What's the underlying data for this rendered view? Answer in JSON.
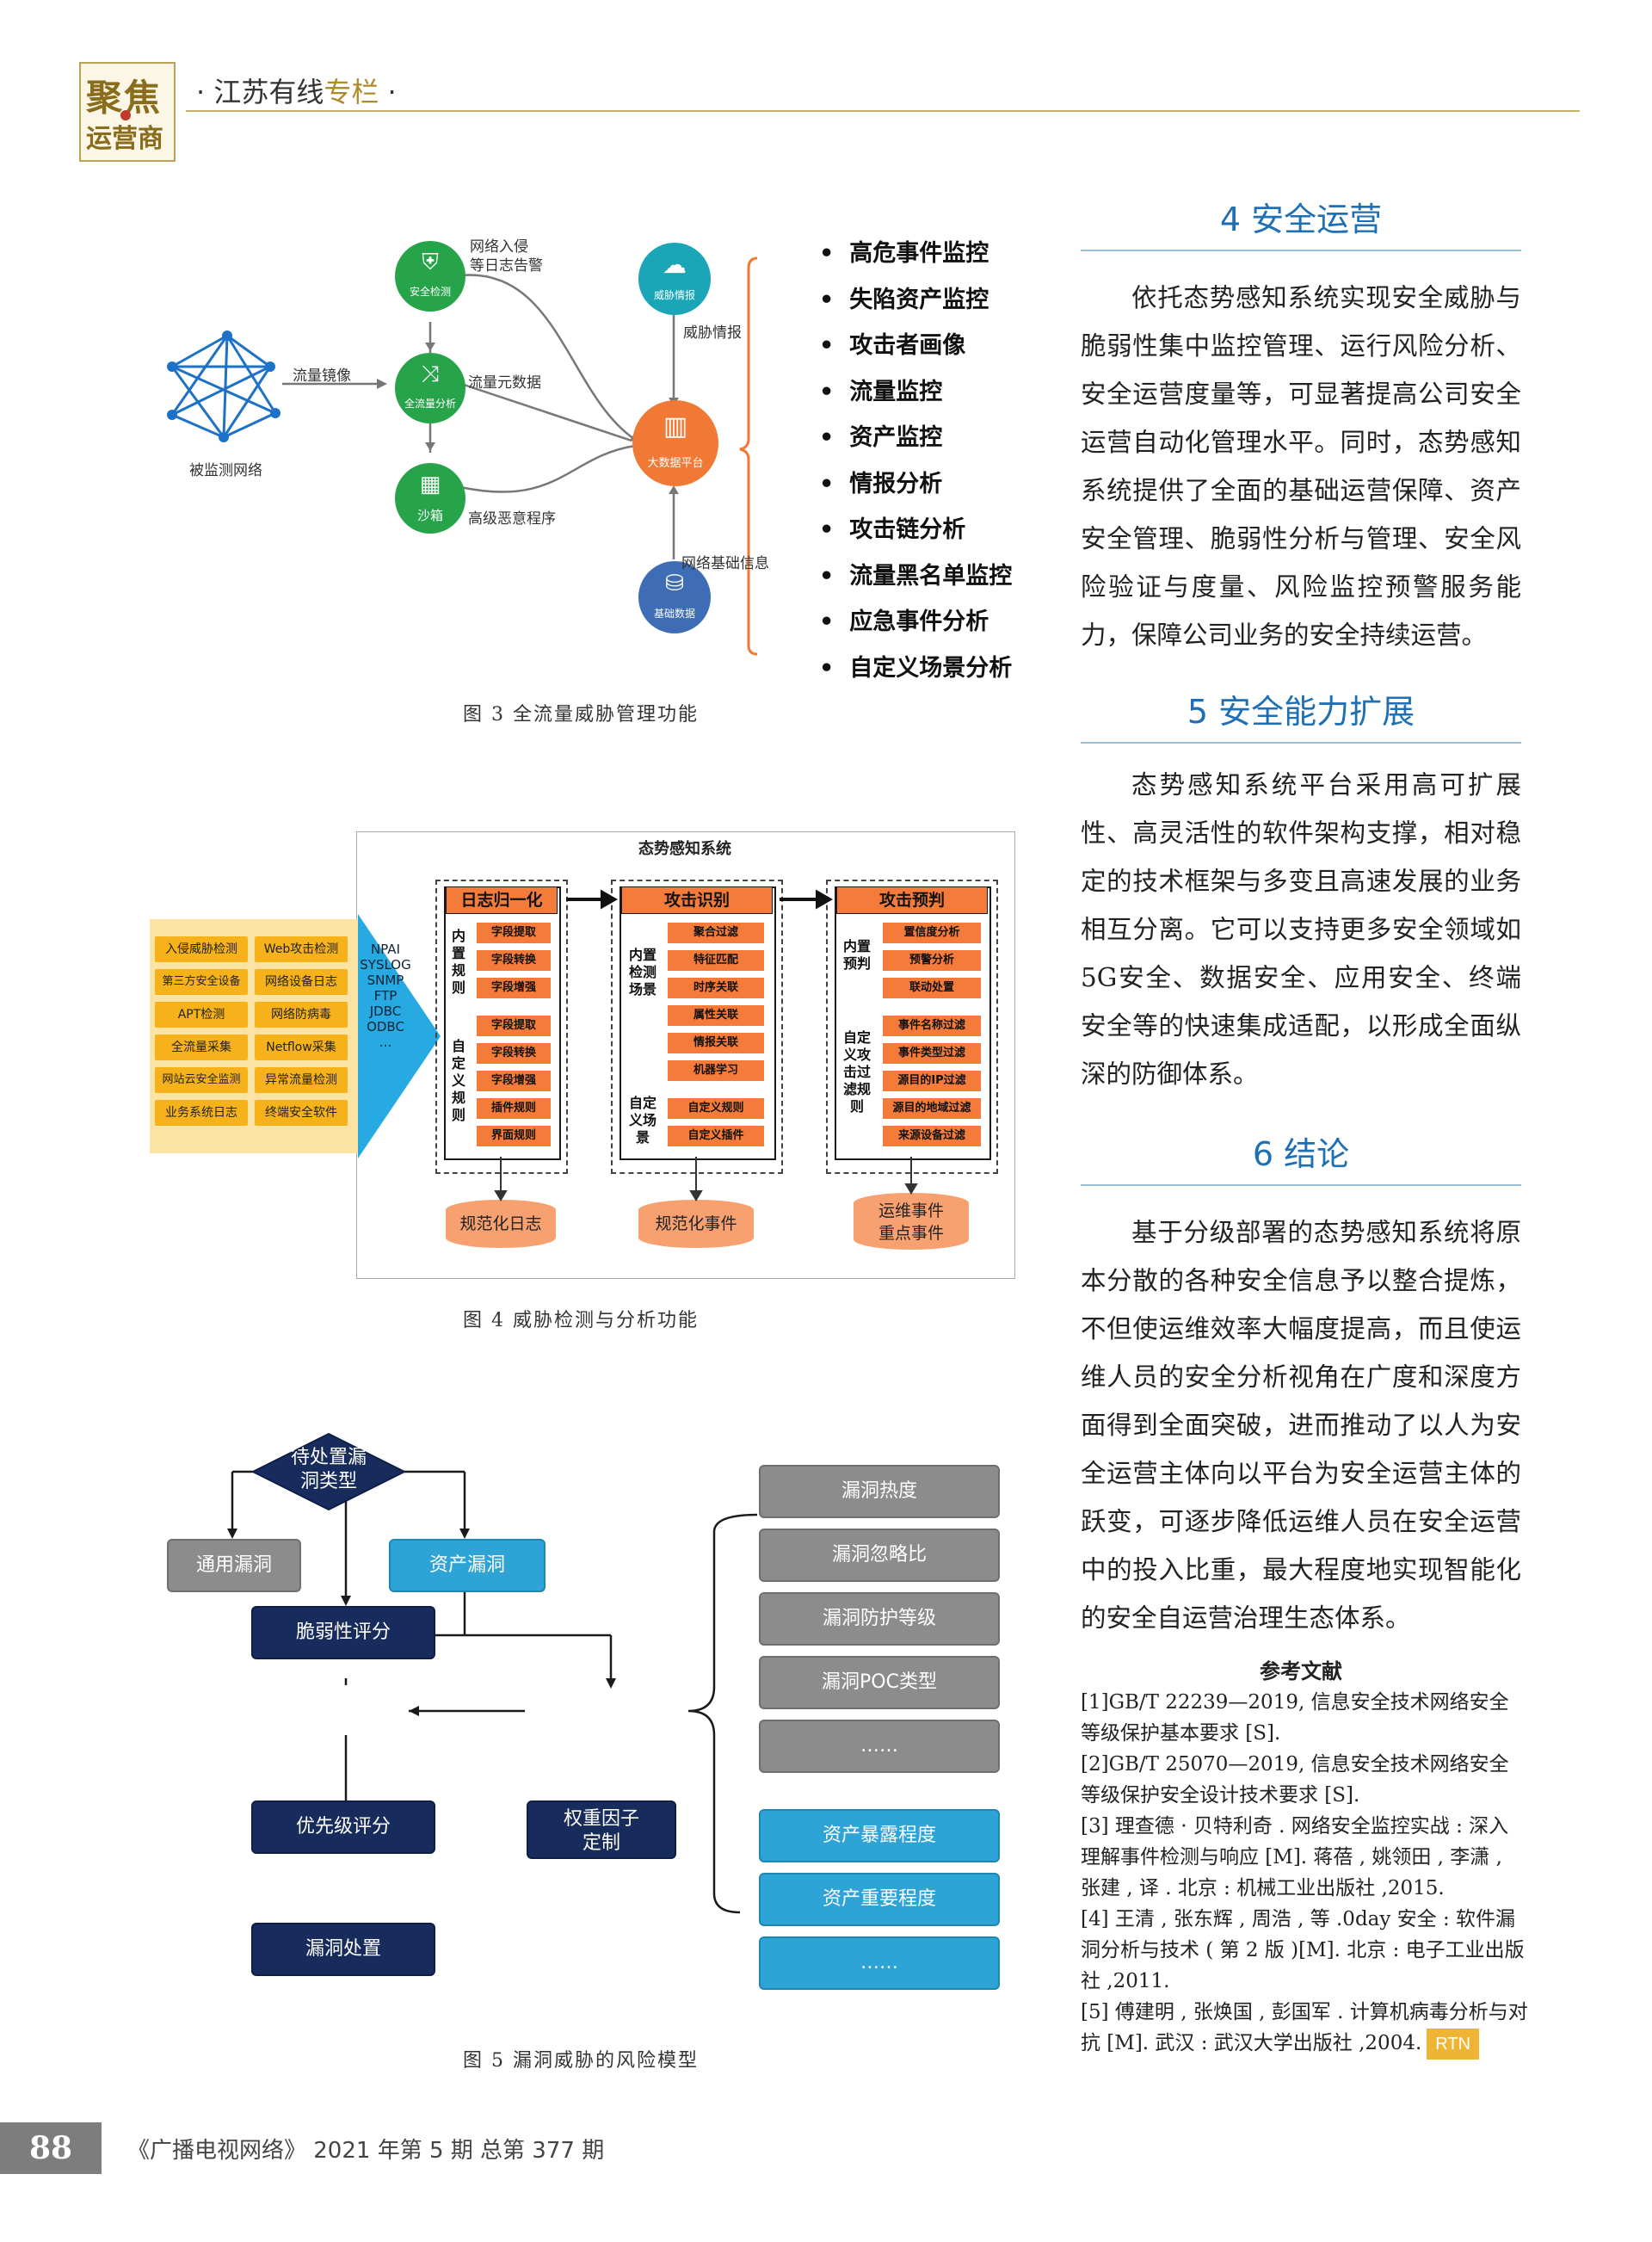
{
  "header": {
    "logo_line1": "聚焦",
    "logo_line2": "运营商",
    "column_prefix": "· 江苏有线",
    "column_highlight": "专栏",
    "column_suffix": " ·"
  },
  "figure3": {
    "caption": "图 3  全流量威胁管理功能",
    "nodes": {
      "security": "安全检测",
      "fullflow": "全流量分析",
      "sandbox": "沙箱",
      "monitored": "被监测网络",
      "threat_intel": "威胁情报",
      "bigdata": "大数据平台",
      "basedata": "基础数据"
    },
    "edge_labels": {
      "mirror": "流量镜像",
      "alert": "网络入侵\n等日志告警",
      "metadata": "流量元数据",
      "malware": "高级恶意程序",
      "intel": "威胁情报",
      "netinfo": "网络基础信息"
    },
    "functions": [
      "高危事件监控",
      "失陷资产监控",
      "攻击者画像",
      "流量监控",
      "资产监控",
      "情报分析",
      "攻击链分析",
      "流量黑名单监控",
      "应急事件分析",
      "自定义场景分析"
    ]
  },
  "figure4": {
    "caption": "图 4  威胁检测与分析功能",
    "title": "态势感知系统",
    "sources": [
      "入侵威胁检测",
      "Web攻击检测",
      "第三方安全设备",
      "网络设备日志",
      "APT检测",
      "网络防病毒",
      "全流量采集",
      "Netflow采集",
      "网站云安全监测",
      "异常流量检测",
      "业务系统日志",
      "终端安全软件"
    ],
    "protocols": "NPAI\nSYSLOG\nSNMP\nFTP\nJDBC\nODBC\n…",
    "col1": {
      "header": "日志归一化",
      "group1_label": "内置规则",
      "group1": [
        "字段提取",
        "字段转换",
        "字段增强"
      ],
      "group2_label": "自定义规则",
      "group2": [
        "字段提取",
        "字段转换",
        "字段增强",
        "插件规则",
        "界面规则"
      ],
      "output": "规范化日志"
    },
    "col2": {
      "header": "攻击识别",
      "group1_label": "内置检测场景",
      "group1": [
        "聚合过滤",
        "特征匹配",
        "时序关联",
        "属性关联",
        "情报关联",
        "机器学习"
      ],
      "group2_label": "自定义场景",
      "group2": [
        "自定义规则",
        "自定义插件"
      ],
      "output": "规范化事件"
    },
    "col3": {
      "header": "攻击预判",
      "group1_label": "内置预判",
      "group1": [
        "置信度分析",
        "预警分析",
        "联动处置"
      ],
      "group2_label": "自定义攻击过滤规则",
      "group2": [
        "事件名称过滤",
        "事件类型过滤",
        "源目的IP过滤",
        "源目的地域过滤",
        "来源设备过滤"
      ],
      "output": "运维事件\n重点事件"
    }
  },
  "figure5": {
    "caption": "图 5  漏洞威胁的风险模型",
    "decision": "待处置漏\n洞类型",
    "general": "通用漏洞",
    "asset": "资产漏洞",
    "vuln_score": "脆弱性评分",
    "priority": "优先级评分",
    "weight": "权重因子\n定制",
    "handle": "漏洞处置",
    "gray_factors": [
      "漏洞热度",
      "漏洞忽略比",
      "漏洞防护等级",
      "漏洞POC类型",
      "……"
    ],
    "blue_factors": [
      "资产暴露程度",
      "资产重要程度",
      "……"
    ]
  },
  "sections": [
    {
      "heading": "4  安全运营",
      "paragraph": "依托态势感知系统实现安全威胁与脆弱性集中监控管理、运行风险分析、安全运营度量等，可显著提高公司安全运营自动化管理水平。同时，态势感知系统提供了全面的基础运营保障、资产安全管理、脆弱性分析与管理、安全风险验证与度量、风险监控预警服务能力，保障公司业务的安全持续运营。"
    },
    {
      "heading": "5  安全能力扩展",
      "paragraph": "态势感知系统平台采用高可扩展性、高灵活性的软件架构支撑，相对稳定的技术框架与多变且高速发展的业务相互分离。它可以支持更多安全领域如5G安全、数据安全、应用安全、终端安全等的快速集成适配，以形成全面纵深的防御体系。"
    },
    {
      "heading": "6  结论",
      "paragraph": "基于分级部署的态势感知系统将原本分散的各种安全信息予以整合提炼，不但使运维效率大幅度提高，而且使运维人员的安全分析视角在广度和深度方面得到全面突破，进而推动了以人为安全运营主体向以平台为安全运营主体的跃变，可逐步降低运维人员在安全运营中的投入比重，最大程度地实现智能化的安全自运营治理生态体系。"
    }
  ],
  "references": {
    "heading": "参考文献",
    "items": [
      "[1]GB/T 22239—2019, 信息安全技术网络安全等级保护基本要求 [S].",
      "[2]GB/T 25070—2019, 信息安全技术网络安全等级保护安全设计技术要求 [S].",
      "[3] 理查德 · 贝特利奇 . 网络安全监控实战 : 深入理解事件检测与响应 [M]. 蒋蓓 , 姚领田 , 李潇 , 张建 , 译 . 北京 : 机械工业出版社 ,2015.",
      "[4] 王清 , 张东辉 , 周浩 , 等 .0day 安全 : 软件漏洞分析与技术 ( 第 2 版 )[M]. 北京 : 电子工业出版社 ,2011.",
      "[5] 傅建明 , 张焕国 , 彭国军 . 计算机病毒分析与对抗 [M]. 武汉 : 武汉大学出版社 ,2004."
    ],
    "end_mark": "RTN"
  },
  "footer": {
    "page_number": "88",
    "journal": "《广播电视网络》 2021 年第 5 期  总第 377 期"
  }
}
